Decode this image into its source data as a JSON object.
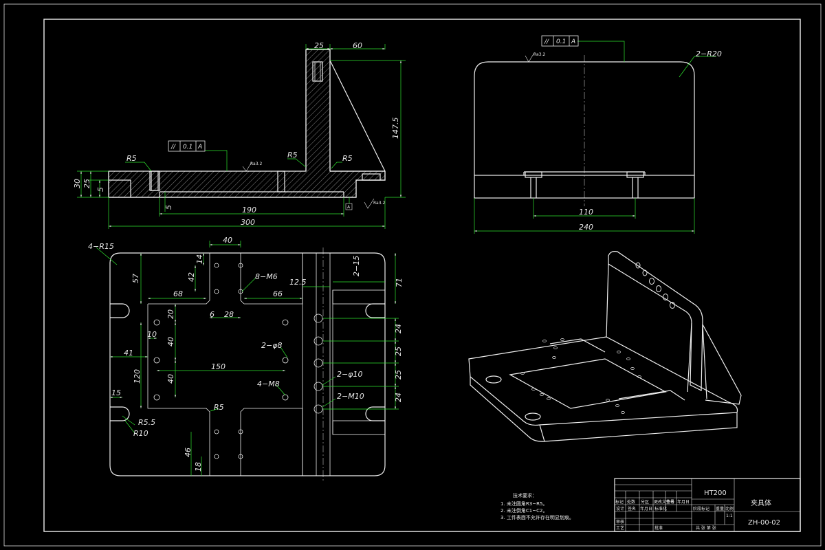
{
  "drawing": {
    "front_view": {
      "dims": {
        "d25": "25",
        "d60": "60",
        "d147": "147.5",
        "d30": "30",
        "d25v": "25",
        "d5v": "5",
        "d5": "5",
        "d190": "190",
        "d300": "300"
      },
      "radii": {
        "r1": "R5",
        "r2": "R5",
        "r3": "R5"
      },
      "tolerance": {
        "symbol": "//",
        "value": "0.1",
        "datum": "A"
      },
      "surface": {
        "s1": "Ra3.2",
        "s2": "Ra3.2"
      },
      "datum_label": "A"
    },
    "side_view": {
      "dims": {
        "d110": "110",
        "d240": "240"
      },
      "radius_note": "2−R20",
      "tolerance": {
        "symbol": "//",
        "value": "0.1",
        "datum": "A"
      },
      "surface": "Ra3.2"
    },
    "top_view": {
      "labels": {
        "r15": "4−R15",
        "d57": "57",
        "d40": "40",
        "d14": "14",
        "d42": "42",
        "m6": "8−M6",
        "d68": "68",
        "d66": "66",
        "d12_5": "12.5",
        "d2_15": "2−15",
        "d71": "71",
        "d6": "6",
        "d28": "28",
        "d20": "20",
        "d10": "10",
        "d40b": "40",
        "d41": "41",
        "h8": "2−φ8",
        "d150": "150",
        "d120": "120",
        "d40c": "40",
        "h10": "2−φ10",
        "m8": "4−M8",
        "m10": "2−M10",
        "d15": "15",
        "r5_5": "R5.5",
        "r10": "R10",
        "r5": "R5",
        "d46": "46",
        "d18": "18",
        "d24a": "24",
        "d25a": "25",
        "d25b": "25",
        "d24b": "24"
      }
    }
  },
  "notes": {
    "title": "技术要求：",
    "lines": [
      "1. 未注圆角R3~R5。",
      "2. 未注倒角C1~C2。",
      "3. 工件表面不允许存在明显划痕。"
    ]
  },
  "title_block": {
    "material": "HT200",
    "part_name": "夹具体",
    "drawing_no": "ZH-00-02",
    "scale": "1:1",
    "header_cells": [
      "标记",
      "处数",
      "分区",
      "更改文件号",
      "签名",
      "年月日"
    ],
    "row2_cells": [
      "设计",
      "签名",
      "年月日",
      "标准化"
    ],
    "stage_cells": [
      "阶段标记",
      "重量",
      "比例"
    ],
    "row_review": "审核",
    "row_process": "工艺",
    "row_approve": "批准",
    "sheet_info": "共  张  第  张"
  }
}
